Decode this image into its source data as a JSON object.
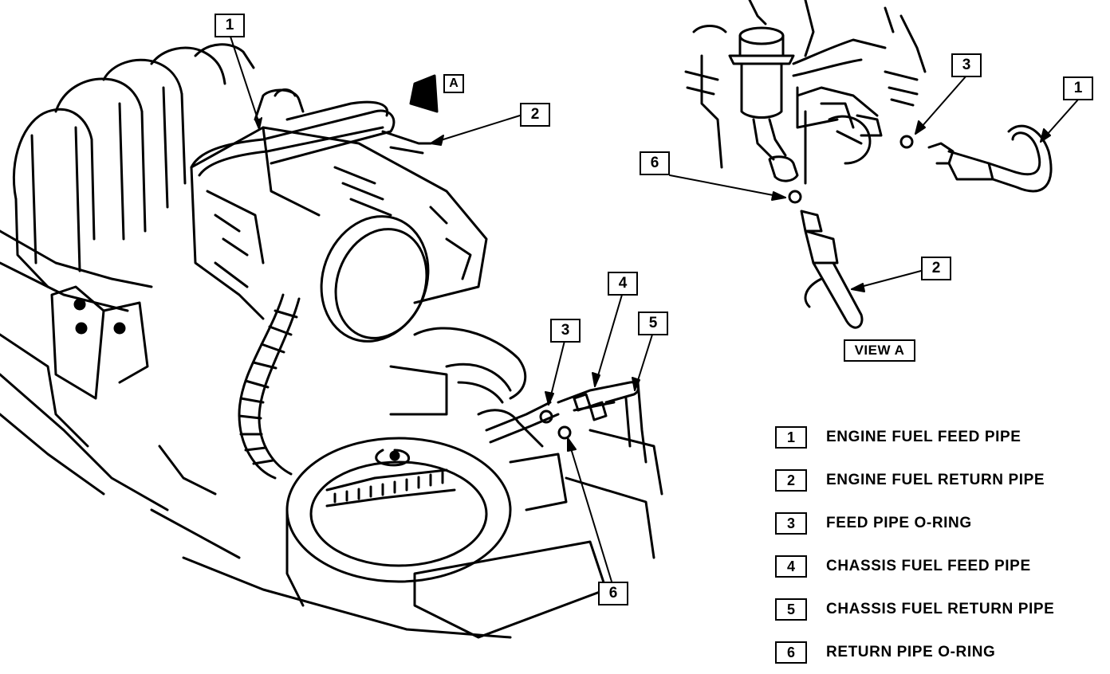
{
  "main_view": {
    "callouts": [
      "1",
      "2",
      "3",
      "4",
      "5",
      "6"
    ],
    "view_marker": "A"
  },
  "view_a": {
    "title": "VIEW A",
    "callouts": [
      "1",
      "2",
      "3",
      "6"
    ]
  },
  "legend": [
    {
      "num": "1",
      "text": "ENGINE FUEL FEED PIPE"
    },
    {
      "num": "2",
      "text": "ENGINE FUEL RETURN PIPE"
    },
    {
      "num": "3",
      "text": "FEED PIPE O-RING"
    },
    {
      "num": "4",
      "text": "CHASSIS FUEL FEED PIPE"
    },
    {
      "num": "5",
      "text": "CHASSIS FUEL RETURN PIPE"
    },
    {
      "num": "6",
      "text": "RETURN PIPE O-RING"
    }
  ]
}
